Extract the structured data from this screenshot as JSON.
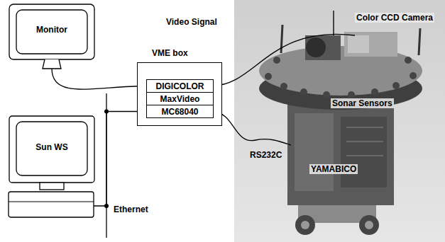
{
  "diagram": {
    "nodes": [
      {
        "text": [
          "Monitor"
        ]
      },
      {
        "text": [
          "VME box"
        ]
      },
      {
        "text": [
          "DIGICOLOR"
        ],
        "in": 1
      },
      {
        "text": [
          "MaxVideo"
        ],
        "in": 1
      },
      {
        "text": [
          "MC68040"
        ],
        "in": 1
      },
      {
        "text": [
          "Sun WS"
        ]
      }
    ],
    "edges": [
      {
        "from": 0,
        "to": 2,
        "arrow": "none"
      },
      {
        "from": 5,
        "to": 4,
        "arrow": "none"
      }
    ],
    "labels": [
      "Video Signal",
      "Color CCD Camera",
      "Sonar Sensors",
      "RS232C",
      "YAMABICO",
      "Ethernet"
    ]
  }
}
